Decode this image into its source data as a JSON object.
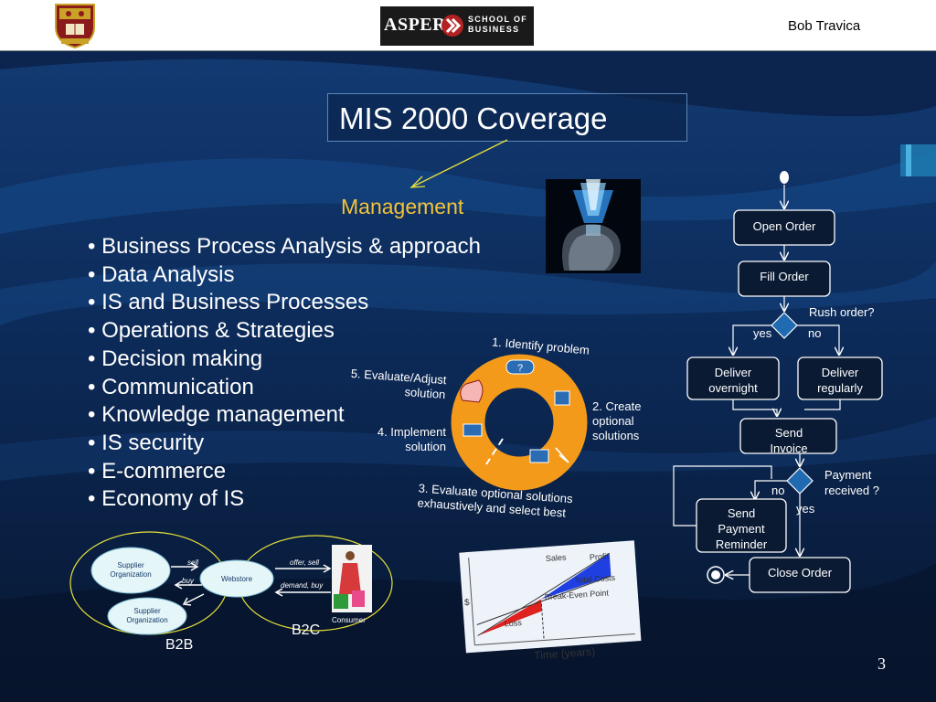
{
  "header": {
    "author": "Bob Travica",
    "logo_word": "ASPER",
    "logo_school_line1": "SCHOOL OF",
    "logo_school_line2": "BUSINESS"
  },
  "slide": {
    "title": "MIS 2000 Coverage",
    "subtitle": "Management",
    "bullets": [
      "• Business Process Analysis & approach",
      "• Data Analysis",
      "• IS and Business Processes",
      "• Operations & Strategies",
      "• Decision making",
      "• Communication",
      "• Knowledge management",
      "• IS security",
      "• E-commerce",
      "• Economy of IS"
    ],
    "page_number": "3"
  },
  "cycle": {
    "step1": "1. Identify problem",
    "step2": "2. Create optional solutions",
    "step3": "3. Evaluate optional solutions exhaustively and select best",
    "step4": "4. Implement solution",
    "step5": "5. Evaluate/Adjust solution",
    "question_mark": "?"
  },
  "ecommerce": {
    "supplier1": "Supplier Organization",
    "supplier2": "Supplier Organization",
    "webstore": "Webstore",
    "consumer": "Consumer",
    "sell": "sell",
    "buy": "buy",
    "offer_sell": "offer, sell",
    "demand_buy": "demand, buy",
    "b2b": "B2B",
    "b2c": "B2C"
  },
  "breakeven": {
    "sales": "Sales",
    "profit": "Profit",
    "total_costs": "Total Costs",
    "break_even_point": "Break-Even Point",
    "loss": "Loss",
    "y_axis": "$",
    "x_axis": "Time (years)"
  },
  "flowchart": {
    "open_order": "Open Order",
    "fill_order": "Fill Order",
    "rush_order": "Rush order?",
    "yes1": "yes",
    "no1": "no",
    "deliver_overnight": "Deliver overnight",
    "deliver_regularly": "Deliver regularly",
    "send_invoice": "Send Invoice",
    "payment_received": "Payment received ?",
    "no2": "no",
    "yes2": "yes",
    "send_payment_reminder": "Send Payment Reminder",
    "close_order": "Close Order"
  }
}
